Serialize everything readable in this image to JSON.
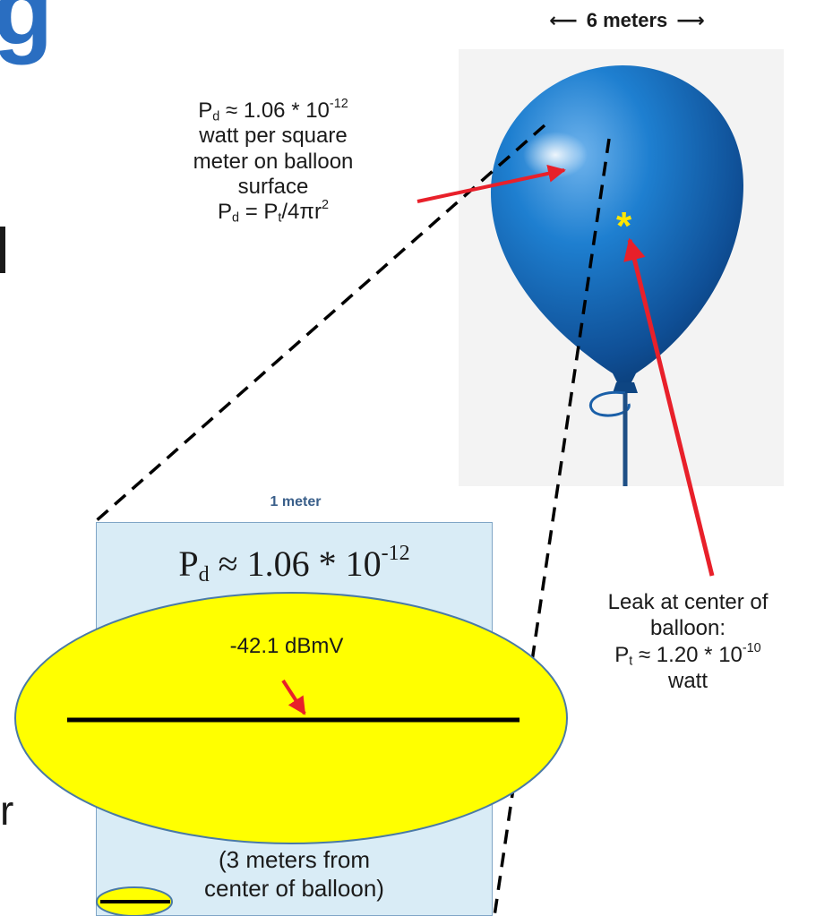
{
  "title_fragment": "g",
  "width_label": "6 meters",
  "surface_note": {
    "line1_symbol": "P",
    "line1_subscript": "d",
    "line1_text": " ≈ 1.06 * 10",
    "line1_exponent": "-12",
    "line2": "watt per square",
    "line3": "meter on balloon",
    "line4": "surface",
    "formula_p": "P",
    "formula_d": "d",
    "formula_eq": " = P",
    "formula_t": "t",
    "formula_rest": "/4πr",
    "formula_exp": "2"
  },
  "leak_note": {
    "line1": "Leak at center of",
    "line2": "balloon:",
    "p": "P",
    "t": "t",
    "value": " ≈ 1.20 * 10",
    "exponent": "-10",
    "unit": "watt"
  },
  "patch": {
    "size_label": "1 meter",
    "p": "P",
    "d": "d",
    "value": " ≈ 1.06 * 10",
    "exponent": "-12",
    "distance_line1": "(3 meters from",
    "distance_line2": "center of balloon)"
  },
  "dbmv_label": "-42.1 dBmV",
  "leak_marker": "*",
  "left_fragment_letter": "r",
  "colors": {
    "title_blue": "#2a6ec1",
    "arrow_red": "#e8202a",
    "patch_fill": "#d9ecf6",
    "ellipse_yellow": "#ffff00",
    "balloon_blue": "#1a6fc4",
    "leak_star": "#ffe600"
  }
}
